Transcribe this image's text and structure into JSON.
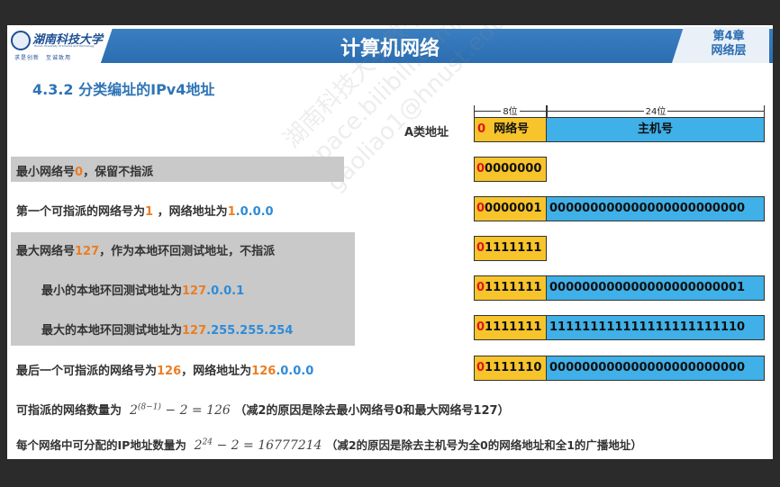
{
  "header": {
    "school_name": "湖南科技大学",
    "school_subtitle": "Hunan University of Science and Technology",
    "motto": "求是创新　至诚致用",
    "title": "计算机网络",
    "chapter_line1": "第4章",
    "chapter_line2": "网络层"
  },
  "section_title": "4.3.2 分类编址的IPv4地址",
  "watermark": {
    "line1": "湖南科技大学教书匠",
    "line2": "space.bilibili.com/360996402",
    "line3": "gaoliao1@hnust.edu.cn"
  },
  "diagram": {
    "class_label": "A类地址",
    "network_bits_label": "8位",
    "host_bits_label": "24位",
    "leading_bit": "0",
    "network_field_label": "网络号",
    "host_field_label": "主机号"
  },
  "rows": [
    {
      "text_prefix": "最小网络号",
      "value": "0",
      "text_suffix": "，保留不指派",
      "bin_lead": "0",
      "bin_net": "0000000",
      "bin_host": ""
    },
    {
      "text_prefix": "第一个可指派的网络号为",
      "value": "1",
      "text_mid": " ，网络地址为",
      "addr_a": "1",
      "addr_b": ".0.0.0",
      "bin_lead": "0",
      "bin_net": "0000001",
      "bin_host": "000000000000000000000000"
    },
    {
      "text_prefix": "最大网络号",
      "value": "127",
      "text_suffix": "，作为本地环回测试地址，不指派",
      "bin_lead": "0",
      "bin_net": "1111111",
      "bin_host": ""
    },
    {
      "text_prefix": "最小的本地环回测试地址为",
      "addr_a": "127",
      "addr_b": ".0.0.",
      "addr_c": "1",
      "bin_lead": "0",
      "bin_net": "1111111",
      "bin_host": "000000000000000000000001"
    },
    {
      "text_prefix": "最大的本地环回测试地址为",
      "addr_a": "127",
      "addr_b": ".255.255.254",
      "bin_lead": "0",
      "bin_net": "1111111",
      "bin_host": "111111111111111111111110"
    },
    {
      "text_prefix": "最后一个可指派的网络号为",
      "value": "126",
      "text_mid": "，网络地址为",
      "addr_a": "126",
      "addr_b": ".0.0.0",
      "bin_lead": "0",
      "bin_net": "1111110",
      "bin_host": "000000000000000000000000"
    }
  ],
  "formula1": {
    "label": "可指派的网络数量为",
    "base": "2",
    "exponent": "(8−1)",
    "rest": "− 2 = 126",
    "note": "（减2的原因是除去最小网络号0和最大网络号127）"
  },
  "formula2": {
    "label": "每个网络中可分配的IP地址数量为",
    "base": "2",
    "exponent": "24",
    "rest": "− 2 = 16777214",
    "note": "（减2的原因是除去主机号为全0的网络地址和全1的广播地址）"
  },
  "colors": {
    "header_blue": "#2b6db0",
    "network_yellow": "#f7c42b",
    "host_blue": "#3fb0e8",
    "leading_bit_red": "#e0151b",
    "highlight_orange": "#ec7d22",
    "address_blue": "#2e8bd8"
  }
}
